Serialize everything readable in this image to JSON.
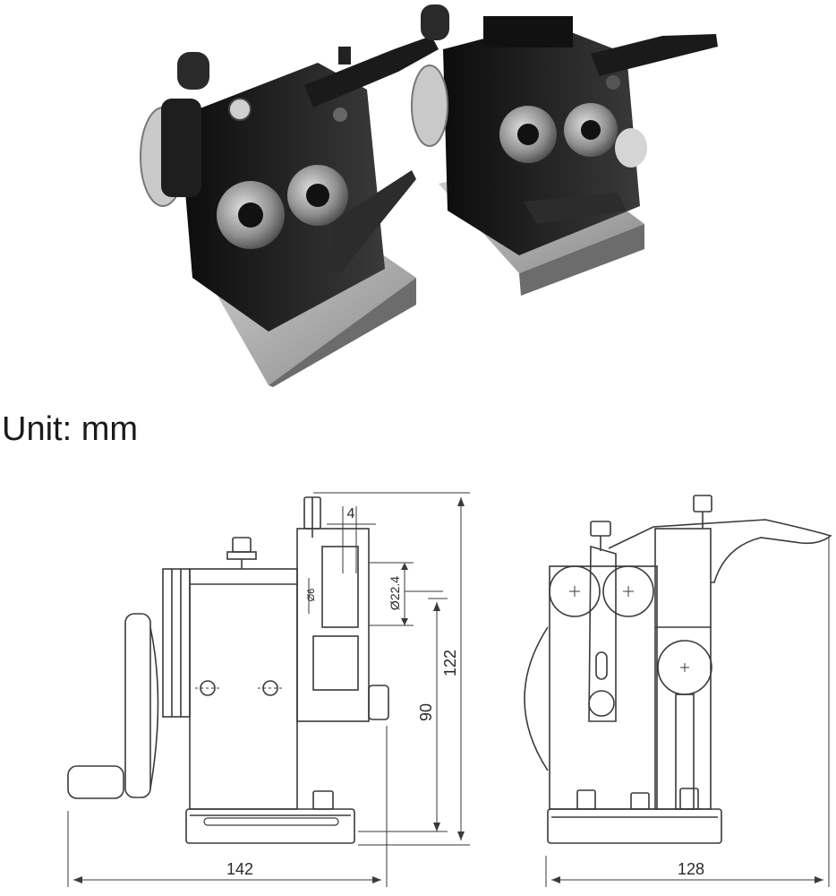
{
  "unit_label": "Unit: mm",
  "dimensions": {
    "width_left": "142",
    "width_right": "128",
    "height_total": "122",
    "height_center": "90",
    "gap": "4",
    "roller_diameter": "Ø22.4",
    "small_diameter": "Ø6"
  },
  "colors": {
    "line": "#3a3a3a",
    "metal_dark": "#161616",
    "metal_mid": "#4a4a4a",
    "steel": "#9a9a9a",
    "base": "#b8b8b8"
  }
}
